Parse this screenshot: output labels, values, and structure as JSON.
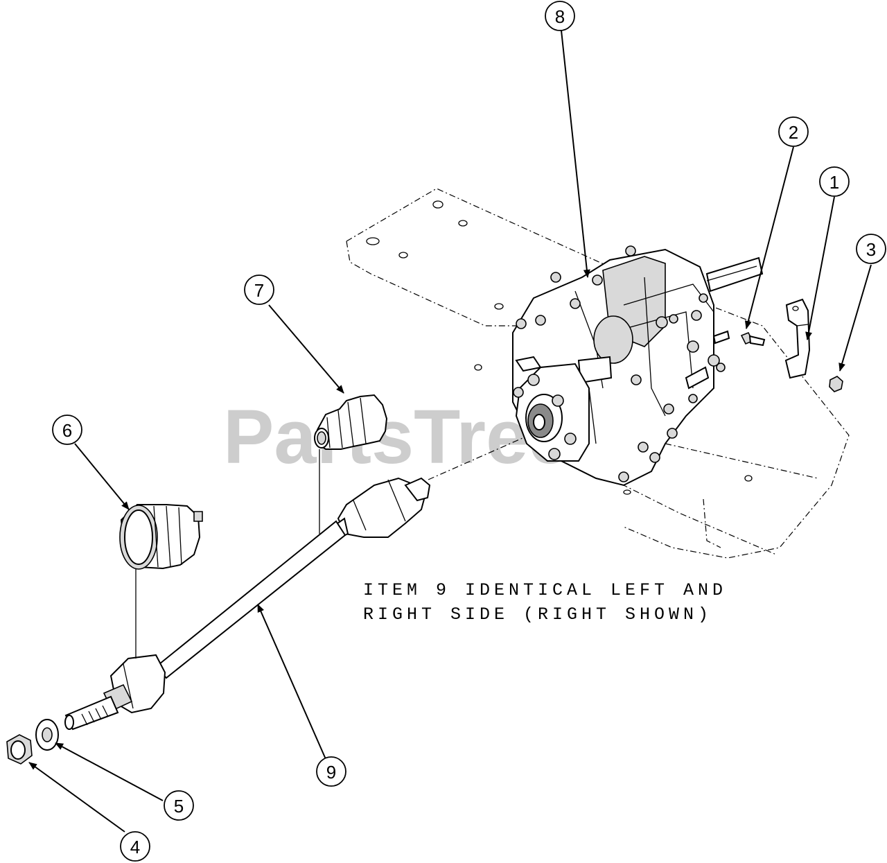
{
  "watermark": "PartsTree",
  "note": {
    "line1": "ITEM 9 IDENTICAL LEFT AND",
    "line2": "RIGHT SIDE (RIGHT SHOWN)"
  },
  "callouts": {
    "c1": "1",
    "c2": "2",
    "c3": "3",
    "c4": "4",
    "c5": "5",
    "c6": "6",
    "c7": "7",
    "c8": "8",
    "c9": "9"
  }
}
